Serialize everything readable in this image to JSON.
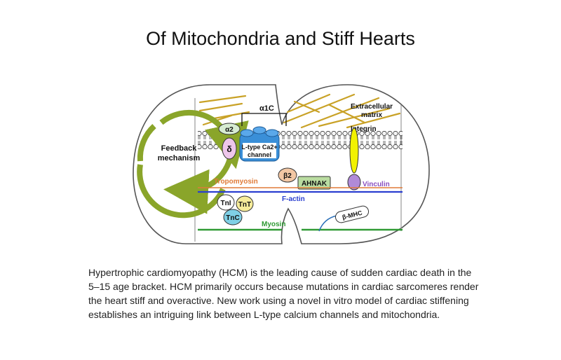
{
  "title": "Of Mitochondria and Stiff Hearts",
  "diagram": {
    "feedback_label_line1": "Feedback",
    "feedback_label_line2": "mechanism",
    "alpha1c": "α1C",
    "alpha2": "α2",
    "delta": "δ",
    "channel_line1": "L-type Ca2+",
    "channel_line2": "channel",
    "beta2": "β2",
    "ahnak": "AHNAK",
    "tropomyosin": "Tropomyosin",
    "factin": "F-actin",
    "tni": "TnI",
    "tnt": "TnT",
    "tnc": "TnC",
    "myosin": "Myosin",
    "extracellular_line1": "Extracellular",
    "extracellular_line2": "matrix",
    "integrin": "Integrin",
    "vinculin": "Vinculin",
    "bmhc": "β-MHC"
  },
  "colors": {
    "feedback_arrow": "#8aa52a",
    "collagen": "#c9a227",
    "channel": "#3a8fd8",
    "alpha2_fill": "#d7ecd2",
    "delta_fill": "#eec6ea",
    "beta2_fill": "#f3c7a4",
    "ahnak_fill": "#b9dca0",
    "tropomyosin": "#e07b39",
    "factin": "#2b3fd0",
    "tni_fill": "#ffffff",
    "tnt_fill": "#f6ec9a",
    "tnc_fill": "#7fd0e6",
    "myosin": "#2f9a34",
    "integrin": "#f2f200",
    "vinculin": "#b08ad8",
    "bmhc_link": "#2a6fb8"
  },
  "caption": "Hypertrophic cardiomyopathy (HCM) is the leading cause of sudden cardiac death in the 5–15 age bracket. HCM primarily occurs because mutations in cardiac sarcomeres render the heart stiff and overactive. New work using a novel in vitro model of cardiac stiffening establishes an intriguing link between L-type calcium channels and mitochondria."
}
